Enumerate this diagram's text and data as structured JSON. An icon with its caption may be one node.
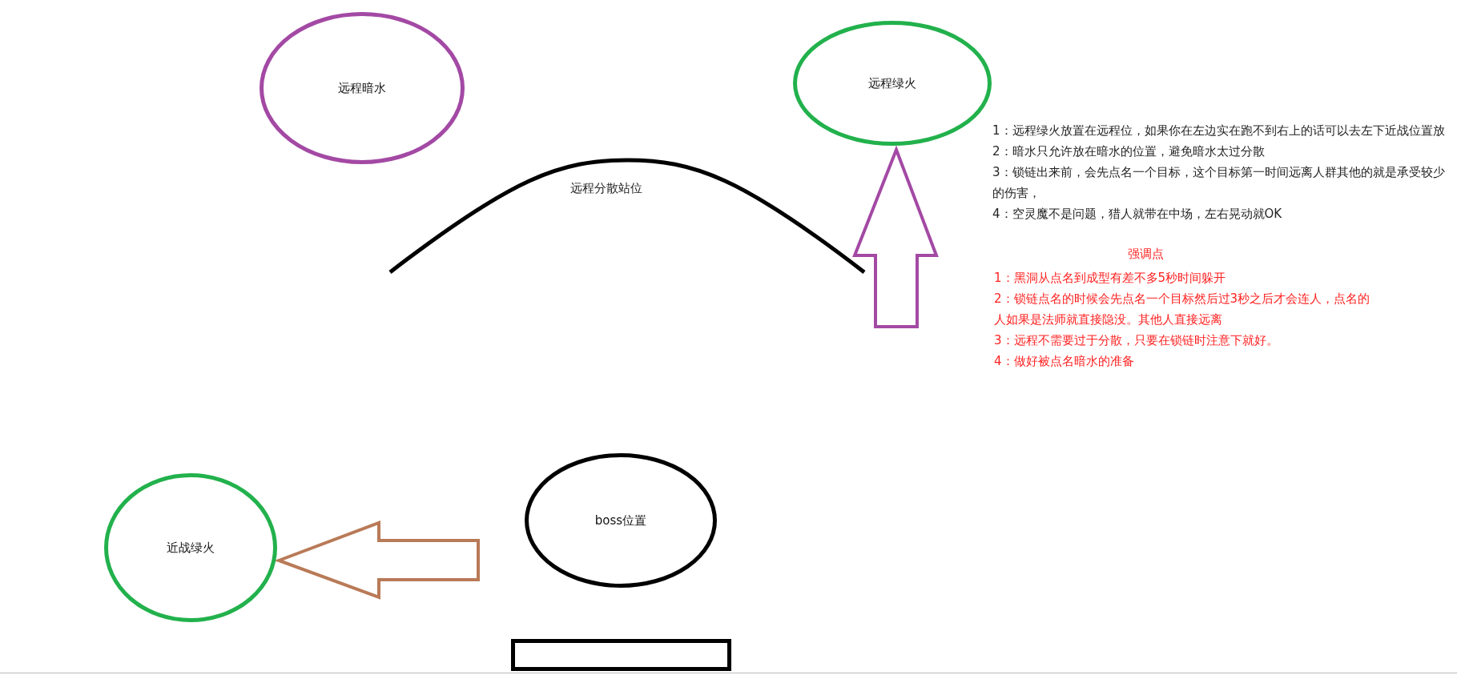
{
  "diagram": {
    "nodes": [
      {
        "text": [
          "远程暗水"
        ]
      },
      {
        "text": [
          "远程绿火"
        ]
      },
      {
        "text": [
          "近战绿火"
        ]
      },
      {
        "text": [
          "boss位置"
        ]
      },
      {
        "text": [],
        "shape": "box"
      }
    ],
    "edges": [
      {
        "from": null,
        "to": 1,
        "arrow": "to",
        "color": "#a349a4"
      },
      {
        "from": null,
        "to": 2,
        "arrow": "to",
        "color": "#b97a57"
      }
    ],
    "labels": [
      "远程分散站位",
      "1：远程绿火放置在远程位，如果你在左边实在跑不到右上的话可以去左下近战位置放",
      "2：暗水只允许放在暗水的位置，避免暗水太过分散",
      "3：锁链出来前，会先点名一个目标，这个目标第一时间远离人群其他的就是承受较少的伤害，",
      "4：空灵魔不是问题，猎人就带在中场，左右晃动就OK",
      "强调点",
      "1：黑洞从点名到成型有差不多5秒时间躲开",
      "2：锁链点名的时候会先点名一个目标然后过3秒之后才会连人，点名的人如果是法师就直接隐没。其他人直接远离",
      "3：远程不需要过于分散，只要在锁链时注意下就好。",
      "4：做好被点名暗水的准备"
    ]
  }
}
